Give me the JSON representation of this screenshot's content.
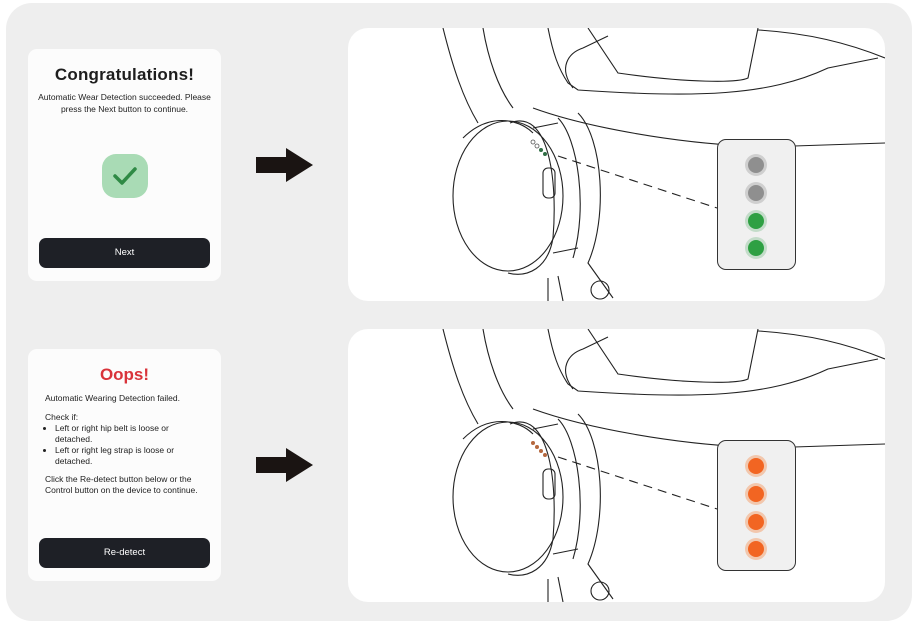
{
  "success_card": {
    "title": "Congratulations!",
    "message": "Automatic Wear Detection succeeded. Please press the Next button to continue.",
    "icon": "check-icon",
    "button_label": "Next",
    "accent_color": "#3a9a4e"
  },
  "failure_card": {
    "title": "Oops!",
    "message": "Automatic Wearing Detection failed.",
    "check_label": "Check if:",
    "checks": [
      "Left or right hip belt is loose or detached.",
      "Left or right leg strap is loose or detached."
    ],
    "instruction": "Click the Re-detect button below or the Control button on the device to continue.",
    "button_label": "Re-detect",
    "accent_color": "#d9333a"
  },
  "success_illustration": {
    "led_states": [
      "off",
      "off",
      "green",
      "green"
    ],
    "led_colors": {
      "off": "#8f8f8f",
      "green": "#2ea043"
    }
  },
  "failure_illustration": {
    "led_states": [
      "orange-blinking",
      "orange-blinking",
      "orange-blinking",
      "orange-blinking"
    ],
    "led_colors": {
      "orange-blinking": "#f26522"
    }
  },
  "arrow_icon": "arrow-right-icon"
}
